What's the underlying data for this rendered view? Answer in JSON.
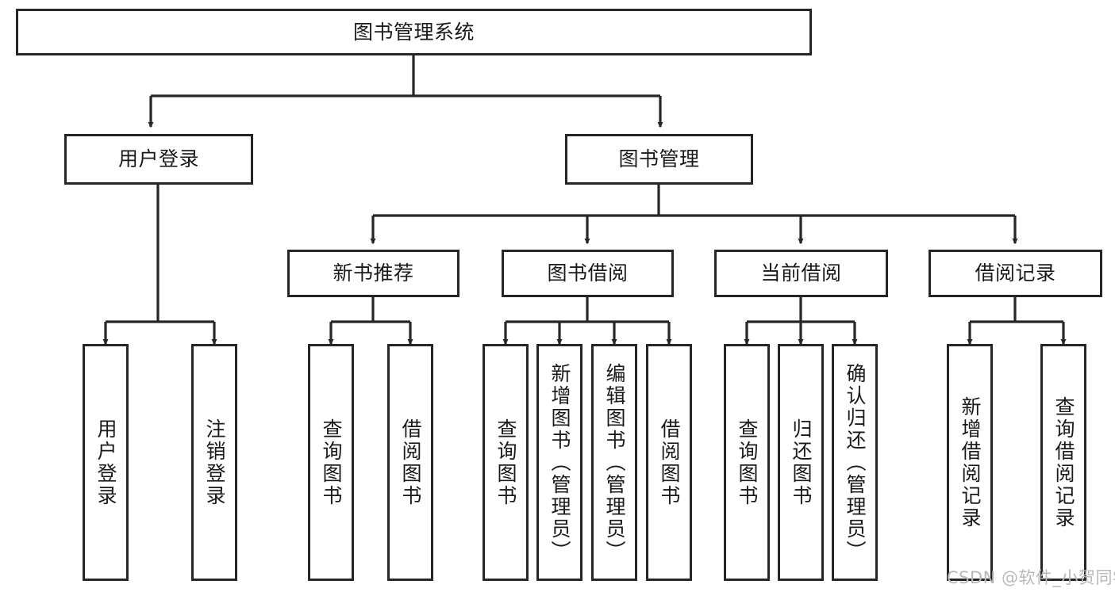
{
  "diagram": {
    "type": "hierarchy-tree",
    "title": "图书管理系统",
    "root": {
      "label": "图书管理系统"
    },
    "level2": [
      {
        "label": "用户登录"
      },
      {
        "label": "图书管理"
      }
    ],
    "level3": [
      {
        "label": "新书推荐"
      },
      {
        "label": "图书借阅"
      },
      {
        "label": "当前借阅"
      },
      {
        "label": "借阅记录"
      }
    ],
    "leaves": [
      {
        "label": "用户登录",
        "parent": "用户登录"
      },
      {
        "label": "注销登录",
        "parent": "用户登录"
      },
      {
        "label": "查询图书",
        "parent": "新书推荐"
      },
      {
        "label": "借阅图书",
        "parent": "新书推荐"
      },
      {
        "label": "查询图书",
        "parent": "图书借阅"
      },
      {
        "label": "新增图书（管理员）",
        "parent": "图书借阅"
      },
      {
        "label": "编辑图书（管理员）",
        "parent": "图书借阅"
      },
      {
        "label": "借阅图书",
        "parent": "图书借阅"
      },
      {
        "label": "查询图书",
        "parent": "当前借阅"
      },
      {
        "label": "归还图书",
        "parent": "当前借阅"
      },
      {
        "label": "确认归还（管理员）",
        "parent": "当前借阅"
      },
      {
        "label": "新增借阅记录",
        "parent": "借阅记录"
      },
      {
        "label": "查询借阅记录",
        "parent": "借阅记录"
      }
    ],
    "watermark": "CSDN @软件_小贺同学",
    "colors": {
      "stroke": "#262626",
      "fill": "#ffffff",
      "text": "#1a1a1a",
      "watermark": "#b9b9b9"
    }
  }
}
